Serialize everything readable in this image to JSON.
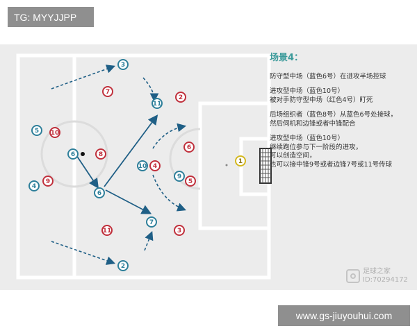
{
  "top_badge": "TG: MYYJJPP",
  "bottom_badge": "www.gs-jiuyouhui.com",
  "watermark": {
    "line1": "足球之家",
    "line2": "ID:70294172"
  },
  "scene": {
    "title": "场景4：",
    "paragraphs": [
      [
        "防守型中场（蓝色6号）在进攻半场控球"
      ],
      [
        "进攻型中场（蓝色10号）",
        "被对手防守型中场（红色4号）盯死"
      ],
      [
        "后场组织者（蓝色8号）从蓝色6号处接球，",
        "然后伺机和边锋或者中锋配合"
      ],
      [
        "进攻型中场（蓝色10号）",
        "继续跑位参与下一阶段的进攻，",
        "可以创造空间，",
        "也可以接中锋9号或者边锋7号或11号传球"
      ]
    ]
  },
  "colors": {
    "blue_team": "#2e7f9a",
    "red_team": "#c0303c",
    "goalkeeper": "#d4b81f",
    "arrow": "#1f5f86",
    "pitch_line": "#ffffff",
    "pitch_bg": "#ececec",
    "title_color": "#3a9a9a"
  },
  "players": {
    "blue": [
      "5",
      "4",
      "6",
      "6",
      "3",
      "2",
      "11",
      "10",
      "9",
      "7"
    ],
    "red": [
      "7",
      "10",
      "9",
      "8",
      "11",
      "2",
      "6",
      "4",
      "5",
      "3"
    ],
    "goalkeeper": "1"
  }
}
